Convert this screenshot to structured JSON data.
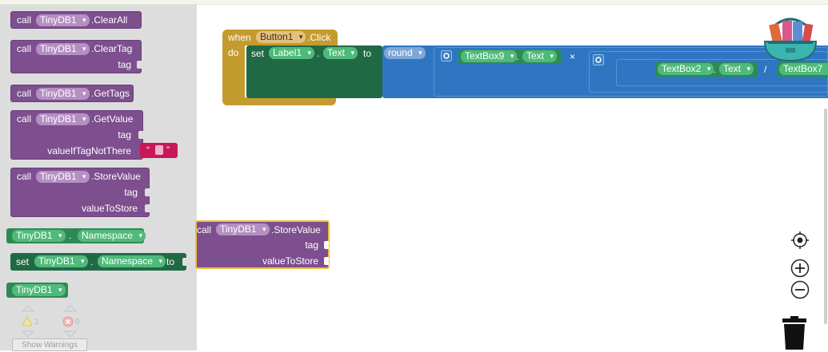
{
  "flyout": {
    "call_label": "call",
    "component": "TinyDB1",
    "clearall": ".ClearAll",
    "cleartag": ".ClearTag",
    "tag": "tag",
    "gettags": ".GetTags",
    "getvalue": ".GetValue",
    "valueiftagnotthere": "valueIfTagNotThere",
    "text_quote": "\" \"",
    "storevalue": ".StoreValue",
    "valuetostore": "valueToStore",
    "dot": ".",
    "namespace": "Namespace",
    "set_label": "set",
    "to_label": "to"
  },
  "workspace": {
    "when_label": "when",
    "do_label": "do",
    "event_component": "Button1",
    "event_name": ".Click",
    "set_label": "set",
    "label_component": "Label1",
    "text_prop": "Text",
    "to_label": "to",
    "round_op": "round",
    "textbox9": "TextBox9",
    "times_op": "×",
    "textbox2": "TextBox2",
    "divide_op": "/",
    "textbox7": "TextBox7",
    "dot": ".",
    "store_call": "call",
    "store_component": "TinyDB1",
    "store_method": ".StoreValue",
    "store_tag": "tag",
    "store_value": "valueToStore"
  },
  "status": {
    "warnings_count": "1",
    "errors_count": "0",
    "show_warnings": "Show Warnings"
  },
  "icons": {
    "backpack": "backpack-icon",
    "center": "crosshair-icon",
    "zoom_in": "zoom-in-icon",
    "zoom_out": "zoom-out-icon",
    "trash": "trash-icon",
    "warning": "warning-icon",
    "error": "error-icon"
  },
  "colors": {
    "procedure": "#7d4f8e",
    "component_getter": "#2e8a55",
    "event": "#c49b2e",
    "math": "#2f76c2",
    "text": "#c8175a"
  }
}
